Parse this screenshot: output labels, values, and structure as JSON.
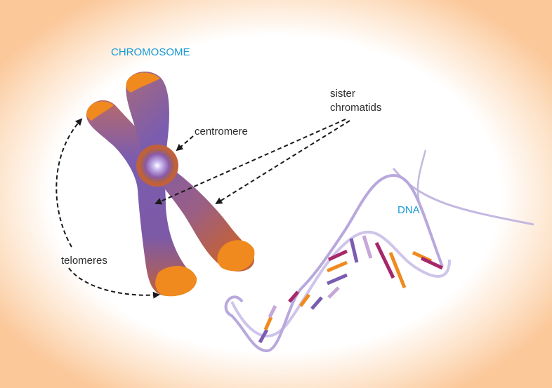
{
  "labels": {
    "chromosome": "CHROMOSOME",
    "sister": "sister",
    "chromatids": "chromatids",
    "centromere": "centromere",
    "dna": "DNA",
    "telomeres": "telomeres"
  },
  "colors": {
    "title_blue": "#1a9ad6",
    "label_dark": "#2b2b2b",
    "chromatid_purple": "#7a5cb0",
    "chromatid_brown": "#c0613e",
    "telomere_orange": "#f08a1e",
    "dna_backbone": "#b8a8dc",
    "background_glow": "#fbc89a"
  }
}
